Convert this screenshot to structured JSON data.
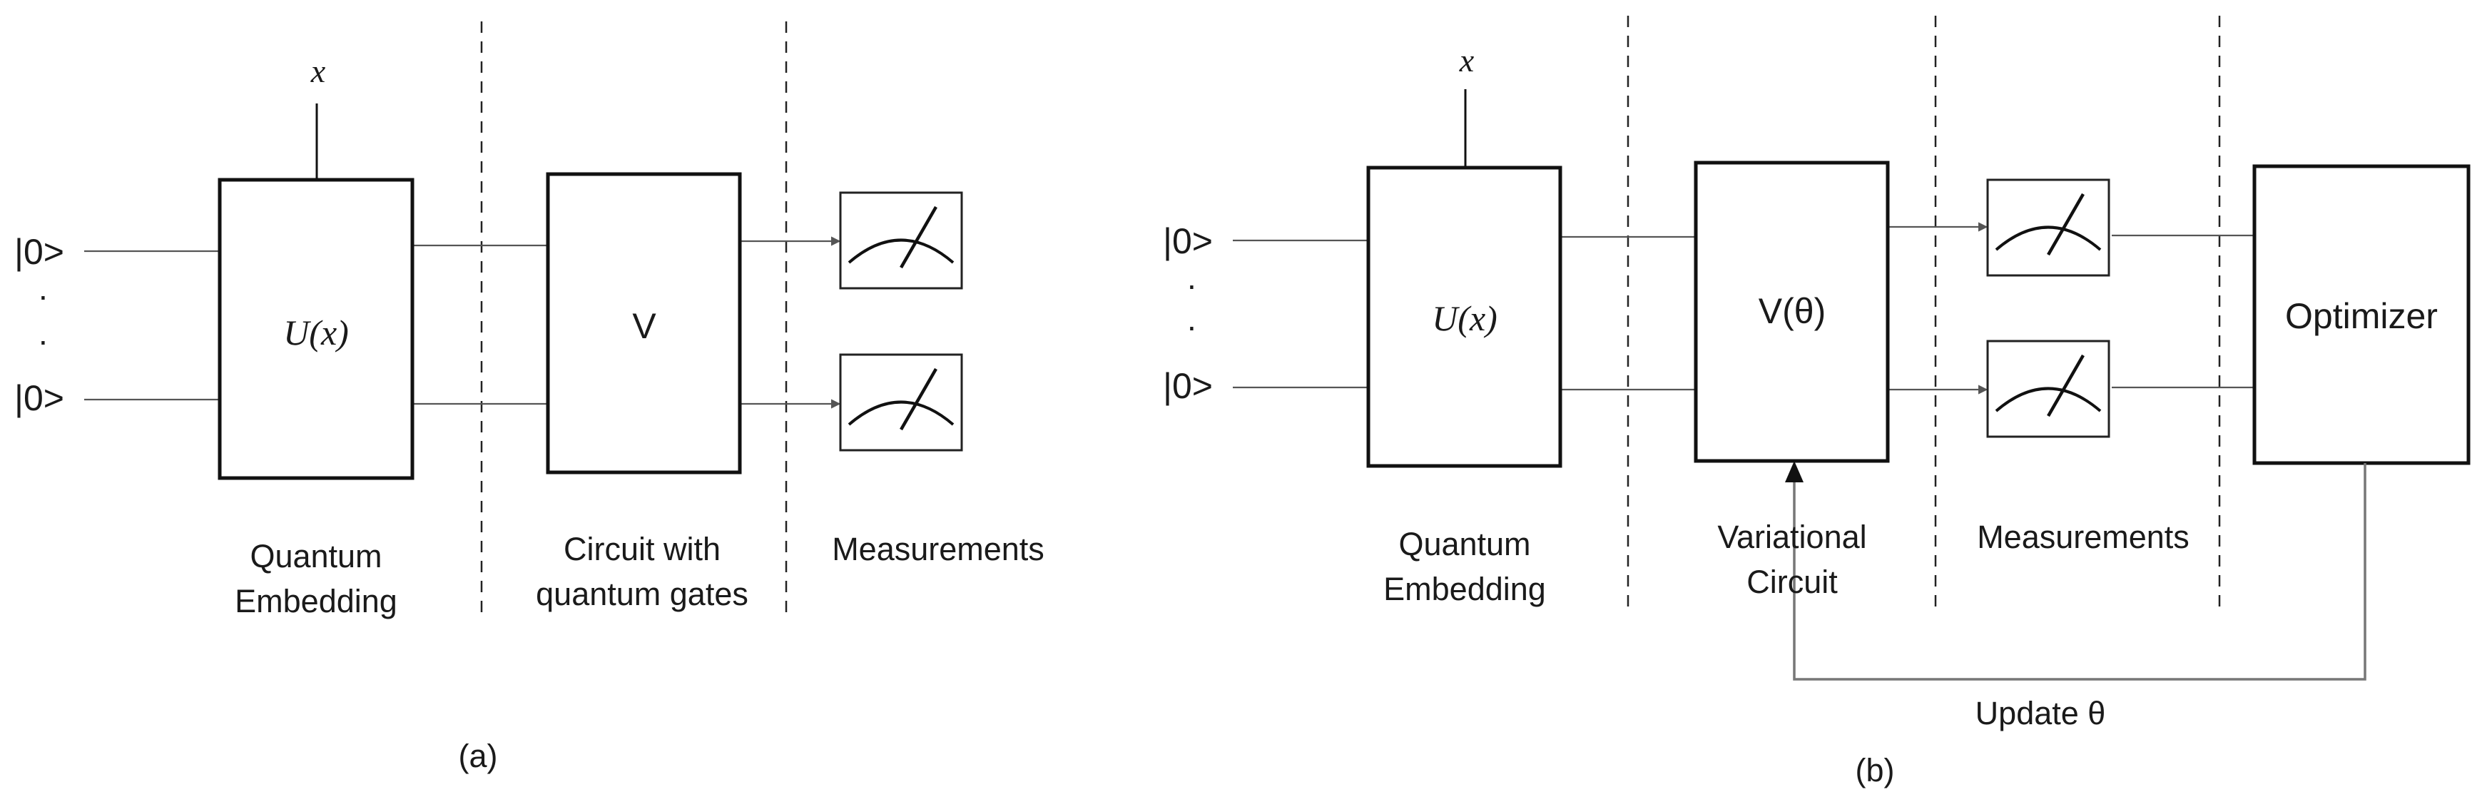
{
  "panel_a": {
    "caption": "(a)",
    "input_label": "x",
    "qubit_top": "|0>",
    "qubit_bottom": "|0>",
    "ellipsis": ".",
    "embedding_box": "U(x)",
    "circuit_box": "V",
    "embedding_label_line1": "Quantum",
    "embedding_label_line2": "Embedding",
    "circuit_label_line1": "Circuit with",
    "circuit_label_line2": "quantum gates",
    "measurements_label": "Measurements"
  },
  "panel_b": {
    "caption": "(b)",
    "input_label": "x",
    "qubit_top": "|0>",
    "qubit_bottom": "|0>",
    "ellipsis": ".",
    "embedding_box": "U(x)",
    "variational_box": "V(θ)",
    "optimizer_box": "Optimizer",
    "embedding_label_line1": "Quantum",
    "embedding_label_line2": "Embedding",
    "variational_label_line1": "Variational",
    "variational_label_line2": "Circuit",
    "measurements_label": "Measurements",
    "feedback_label": "Update θ"
  }
}
